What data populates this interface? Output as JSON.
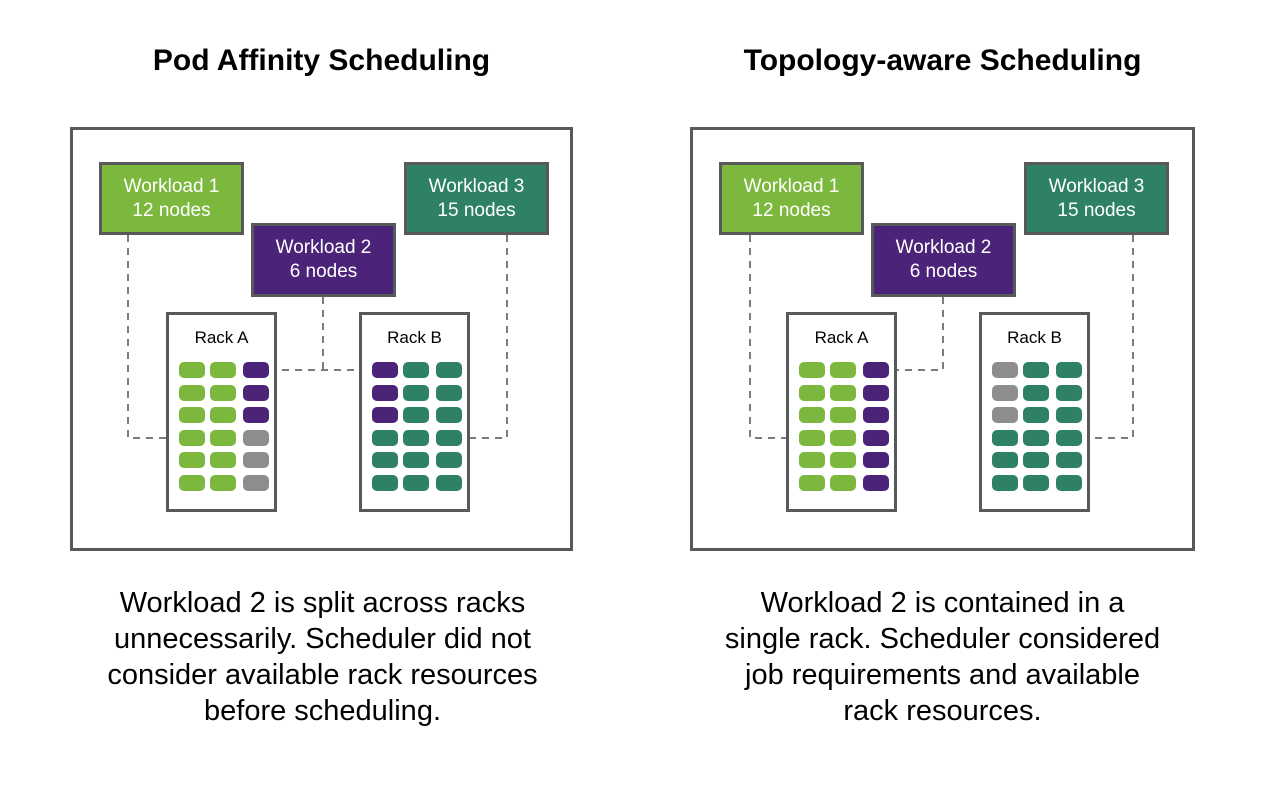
{
  "colors": {
    "green": "#7db83e",
    "purple": "#4b2479",
    "teal": "#2e8165",
    "gray": "#8d8d8d",
    "border": "#58595b",
    "connector": "#7d7d7d"
  },
  "panels": [
    {
      "title": "Pod Affinity Scheduling",
      "workloads": [
        {
          "name": "Workload 1",
          "nodes": "12 nodes",
          "color": "green"
        },
        {
          "name": "Workload 2",
          "nodes": "6 nodes",
          "color": "purple"
        },
        {
          "name": "Workload 3",
          "nodes": "15 nodes",
          "color": "teal"
        }
      ],
      "racks": [
        {
          "label": "Rack A",
          "cells": [
            [
              "green",
              "green",
              "purple"
            ],
            [
              "green",
              "green",
              "purple"
            ],
            [
              "green",
              "green",
              "purple"
            ],
            [
              "green",
              "green",
              "gray"
            ],
            [
              "green",
              "green",
              "gray"
            ],
            [
              "green",
              "green",
              "gray"
            ]
          ]
        },
        {
          "label": "Rack B",
          "cells": [
            [
              "purple",
              "teal",
              "teal"
            ],
            [
              "purple",
              "teal",
              "teal"
            ],
            [
              "purple",
              "teal",
              "teal"
            ],
            [
              "teal",
              "teal",
              "teal"
            ],
            [
              "teal",
              "teal",
              "teal"
            ],
            [
              "teal",
              "teal",
              "teal"
            ]
          ]
        }
      ],
      "caption_lines": [
        "Workload 2 is split across racks",
        "unnecessarily. Scheduler did not",
        "consider available rack resources",
        "before scheduling."
      ]
    },
    {
      "title": "Topology-aware Scheduling",
      "workloads": [
        {
          "name": "Workload 1",
          "nodes": "12 nodes",
          "color": "green"
        },
        {
          "name": "Workload 2",
          "nodes": "6 nodes",
          "color": "purple"
        },
        {
          "name": "Workload 3",
          "nodes": "15 nodes",
          "color": "teal"
        }
      ],
      "racks": [
        {
          "label": "Rack A",
          "cells": [
            [
              "green",
              "green",
              "purple"
            ],
            [
              "green",
              "green",
              "purple"
            ],
            [
              "green",
              "green",
              "purple"
            ],
            [
              "green",
              "green",
              "purple"
            ],
            [
              "green",
              "green",
              "purple"
            ],
            [
              "green",
              "green",
              "purple"
            ]
          ]
        },
        {
          "label": "Rack B",
          "cells": [
            [
              "gray",
              "teal",
              "teal"
            ],
            [
              "gray",
              "teal",
              "teal"
            ],
            [
              "gray",
              "teal",
              "teal"
            ],
            [
              "teal",
              "teal",
              "teal"
            ],
            [
              "teal",
              "teal",
              "teal"
            ],
            [
              "teal",
              "teal",
              "teal"
            ]
          ]
        }
      ],
      "caption_lines": [
        "Workload 2 is contained in a",
        "single rack. Scheduler considered",
        "job requirements and available",
        "rack resources."
      ]
    }
  ]
}
